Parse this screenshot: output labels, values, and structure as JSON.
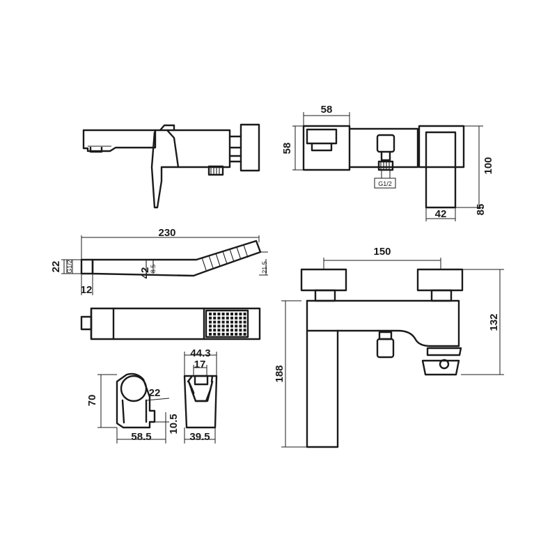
{
  "dimensions": {
    "top_width": "58",
    "top_height": "58",
    "side_height": "100",
    "side_width": "42",
    "side_depth": "85",
    "shower_length": "230",
    "shower_head_height": "21.5",
    "shower_handle_height": "42",
    "shower_handle_inner": "8.5",
    "shower_connector_height": "22",
    "shower_connector_thread": "G1/2",
    "shower_connector_length": "12",
    "bracket_width": "44.3",
    "bracket_inner": "17",
    "bracket_height": "70",
    "bracket_radius": "22",
    "bracket_base_height": "10.5",
    "bracket_depth": "58.5",
    "bracket_side_depth": "39.5",
    "front_centers": "150",
    "front_height": "132",
    "front_total_height": "188",
    "inlet_thread": "G1/2"
  }
}
